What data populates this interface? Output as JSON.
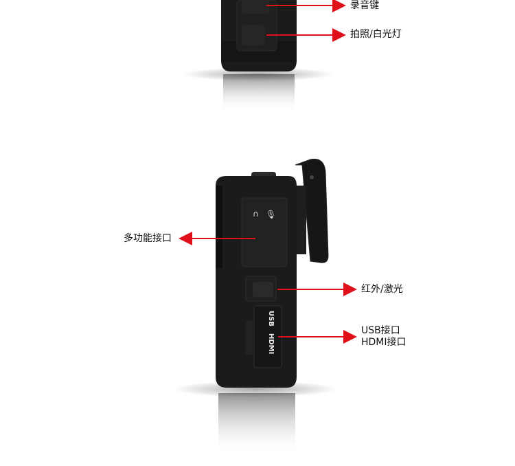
{
  "callouts": {
    "record_key": "录音键",
    "photo_light": "拍照/白光灯",
    "multi_port": "多功能接口",
    "ir_laser": "红外/激光",
    "usb_port": "USB接口",
    "hdmi_port": "HDMI接口"
  },
  "device_markings": {
    "usb": "USB",
    "hdmi": "HDMI"
  },
  "colors": {
    "arrow": "#e0101a",
    "body": "#1a1a1a"
  }
}
